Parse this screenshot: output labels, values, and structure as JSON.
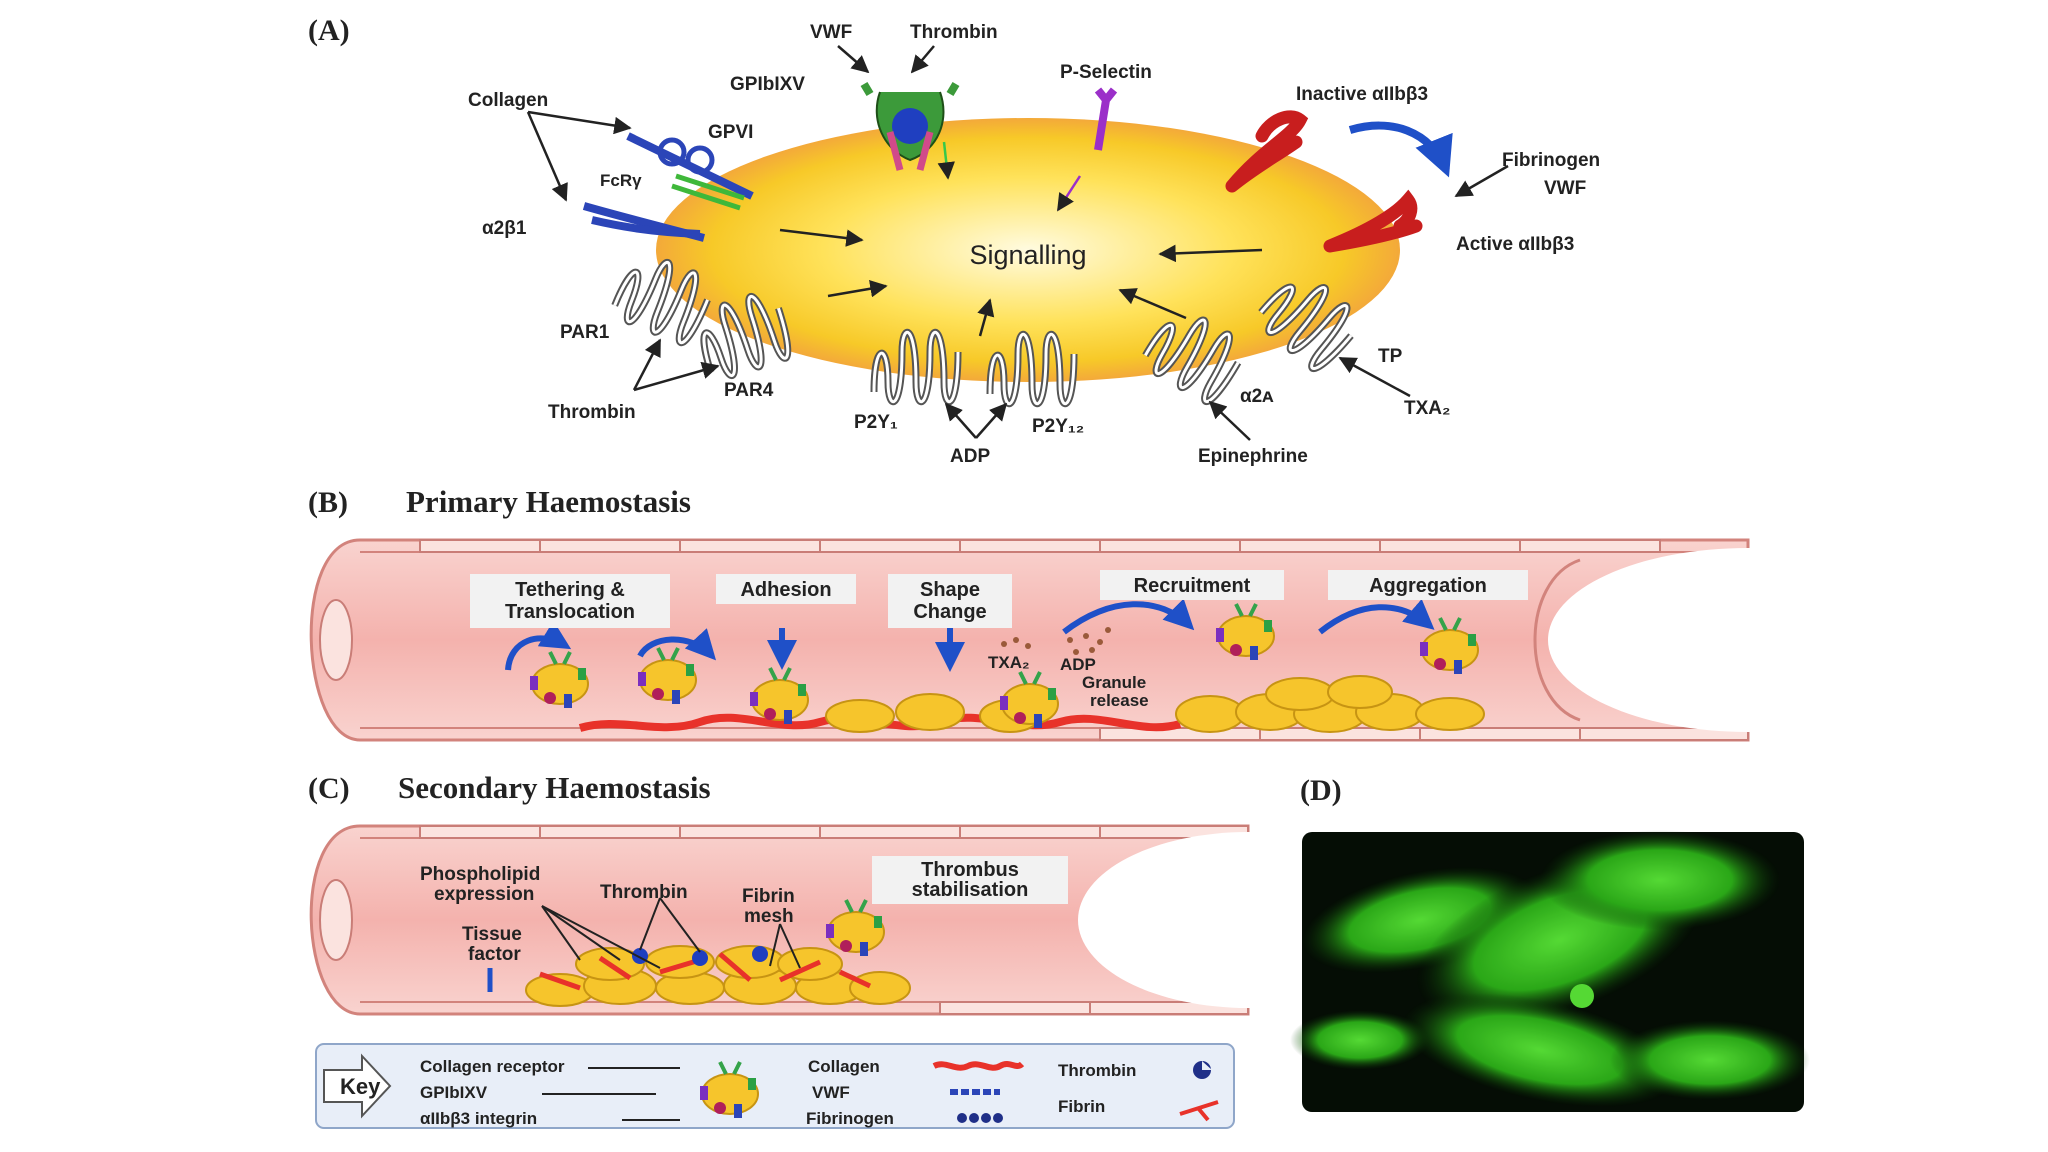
{
  "panels": {
    "a": {
      "letter": "(A)",
      "center": "Signalling",
      "labels": {
        "vwf": "VWF",
        "thrombin_top": "Thrombin",
        "gpib": "GPIbIXV",
        "pselectin": "P-Selectin",
        "inactive": "Inactive αIIbβ3",
        "collagen": "Collagen",
        "gpvi": "GPVI",
        "fcr": "FcRγ",
        "a2b1": "α2β1",
        "fibrinogen": "Fibrinogen",
        "vwf_right": "VWF",
        "active": "Active αIIbβ3",
        "par1": "PAR1",
        "par4": "PAR4",
        "thrombin_bottom": "Thrombin",
        "p2y1": "P2Y₁",
        "p2y12": "P2Y₁₂",
        "adp": "ADP",
        "a2a": "α2ᴀ",
        "epinephrine": "Epinephrine",
        "tp": "TP",
        "txa2": "TXA₂"
      }
    },
    "b": {
      "letter": "(B)",
      "title": "Primary Haemostasis",
      "boxes": {
        "tethering": [
          "Tethering &",
          "Translocation"
        ],
        "adhesion": "Adhesion",
        "shape": [
          "Shape",
          "Change"
        ],
        "recruitment": "Recruitment",
        "aggregation": "Aggregation"
      },
      "labels": {
        "txa2": "TXA₂",
        "adp": "ADP",
        "granule": [
          "Granule",
          "release"
        ]
      }
    },
    "c": {
      "letter": "(C)",
      "title": "Secondary Haemostasis",
      "labels": {
        "phospholipid": [
          "Phospholipid",
          "expression"
        ],
        "thrombin": "Thrombin",
        "fibrin": [
          "Fibrin",
          "mesh"
        ],
        "tissue": [
          "Tissue",
          "factor"
        ],
        "stabilisation": [
          "Thrombus",
          "stabilisation"
        ]
      }
    },
    "d": {
      "letter": "(D)"
    }
  },
  "key": {
    "title": "Key",
    "collagen_receptor": "Collagen receptor",
    "gpib": "GPIbIXV",
    "integrin": "αIIbβ3 integrin",
    "collagen": "Collagen",
    "vwf": "VWF",
    "fibrinogen": "Fibrinogen",
    "thrombin": "Thrombin",
    "fibrin": "Fibrin"
  },
  "colors": {
    "platelet": "#f7c928",
    "vessel": "#f6b8b4",
    "collagen": "#e8322a",
    "receptor_blue": "#2b45b8",
    "integrin_red": "#c81e1e",
    "pselectin": "#9b2fc9",
    "fluorescence": "#39d61e"
  }
}
